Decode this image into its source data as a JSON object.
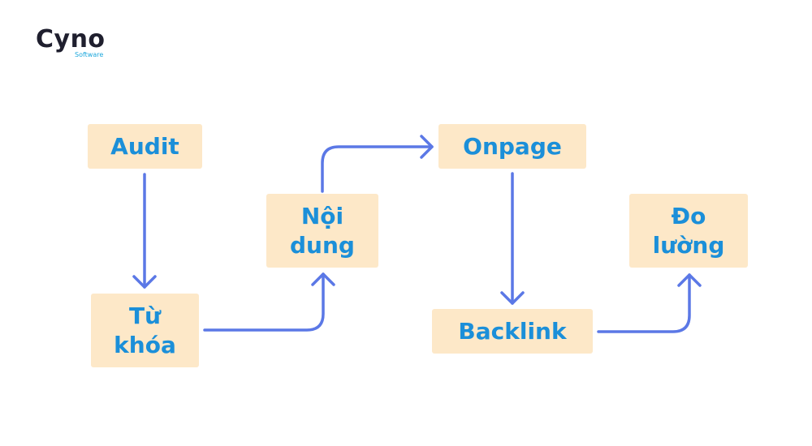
{
  "logo": {
    "name": "Cyno",
    "tagline": "Software"
  },
  "colors": {
    "box": "#fde8c8",
    "text": "#1b8fd9",
    "arrow": "#5b78e6"
  },
  "nodes": {
    "audit": {
      "label": "Audit"
    },
    "tu_khoa": {
      "line1": "Từ",
      "line2": "khóa"
    },
    "noi_dung": {
      "line1": "Nội",
      "line2": "dung"
    },
    "onpage": {
      "label": "Onpage"
    },
    "backlink": {
      "label": "Backlink"
    },
    "do_luong": {
      "line1": "Đo",
      "line2": "lường"
    }
  }
}
